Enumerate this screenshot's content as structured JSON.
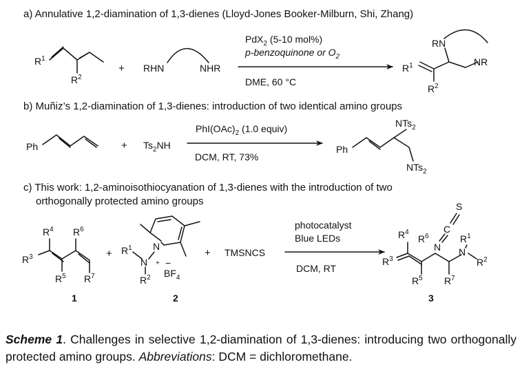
{
  "panel_a": {
    "title": "a) Annulative 1,2-diamination of 1,3-dienes (Lloyd-Jones Booker-Milburn, Shi, Zhang)",
    "plus": "+",
    "amine_left": "RHN",
    "amine_right": "NHR",
    "cond_top_1": "PdX",
    "cond_top_1_sub": "2",
    "cond_top_1_rest": " (5-10 mol%)",
    "cond_top_2": "p-benzoquinone or O",
    "cond_top_2_sub": "2",
    "cond_bottom": "DME, 60 °C",
    "product_n1": "RN",
    "product_n2": "NR"
  },
  "panel_b": {
    "title": "b) Muñiz’s 1,2-diamination of 1,3-dienes: introduction of two identical amino groups",
    "plus": "+",
    "ph": "Ph",
    "reagent": "Ts",
    "reagent_sub": "2",
    "reagent_rest": "NH",
    "cond_top": "PhI(OAc)",
    "cond_top_sub": "2",
    "cond_top_rest": " (1.0 equiv)",
    "cond_bottom": "DCM, RT, 73%",
    "product_n": "NTs",
    "product_n_sub": "2"
  },
  "panel_c": {
    "title_line1": "c) This work: 1,2-aminoisothiocyanation of 1,3-dienes with the introduction of two",
    "title_line2": "orthogonally protected amino groups",
    "plus": "+",
    "reagent3": "TMSNCS",
    "cond_top_1": "photocatalyst",
    "cond_top_2": "Blue LEDs",
    "cond_bottom": "DCM, RT",
    "bf4": "BF",
    "bf4_sub": "4",
    "compound_1": "1",
    "compound_2": "2",
    "compound_3": "3",
    "atom_n": "N",
    "atom_c": "C",
    "atom_s": "S",
    "plus_charge": "+",
    "minus_charge": "−"
  },
  "r_groups": {
    "r": "R",
    "s1": "1",
    "s2": "2",
    "s3": "3",
    "s4": "4",
    "s5": "5",
    "s6": "6",
    "s7": "7"
  },
  "caption": {
    "title": "Scheme 1",
    "text": ". Challenges in selective 1,2-diamination of 1,3-dienes: introducing two orthogonally protected amino groups. ",
    "abbr_label": "Abbreviations",
    "abbr_text": ": DCM = dichloromethane."
  }
}
